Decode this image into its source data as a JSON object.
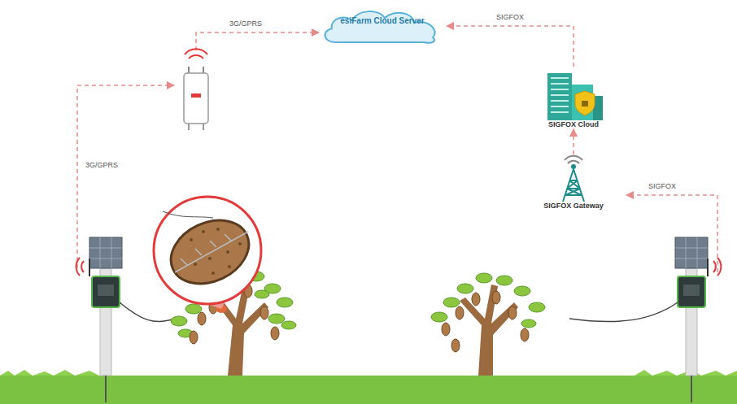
{
  "diagram": {
    "nodes": [
      {
        "text": [
          "esiFarm Cloud Server"
        ]
      },
      {
        "text": [
          "SIGFOX Cloud"
        ]
      },
      {
        "text": [
          "SIGFOX Gateway"
        ]
      }
    ],
    "edges": [
      {
        "from": 1,
        "to": 0,
        "arrow": "to",
        "label": "SIGFOX"
      },
      {
        "from": 2,
        "to": 1,
        "arrow": "to"
      }
    ],
    "labels": [
      "3G/GPRS",
      "3G/GPRS",
      "SIGFOX"
    ]
  }
}
